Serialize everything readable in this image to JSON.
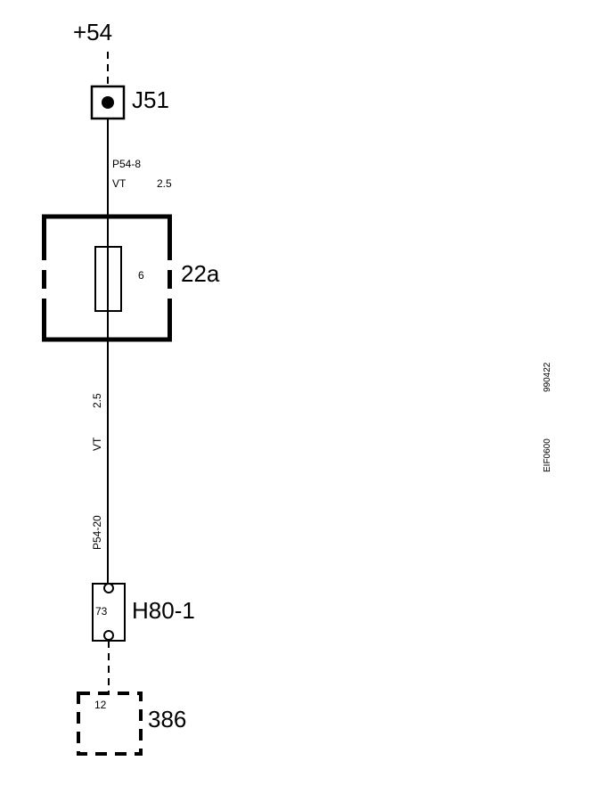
{
  "supply": {
    "label": "+54"
  },
  "connector_j51": {
    "label": "J51"
  },
  "wire_top": {
    "pin": "P54-8",
    "color": "VT",
    "gauge": "2.5"
  },
  "fuse_box": {
    "label": "22a",
    "fuse_number": "6"
  },
  "wire_bottom": {
    "gauge": "2.5",
    "color": "VT",
    "pin": "P54-20"
  },
  "connector_h80": {
    "label": "H80-1",
    "pin": "73"
  },
  "component_386": {
    "label": "386",
    "pin": "12"
  },
  "side_codes": {
    "code_a": "990422",
    "code_b": "EIF0600"
  }
}
